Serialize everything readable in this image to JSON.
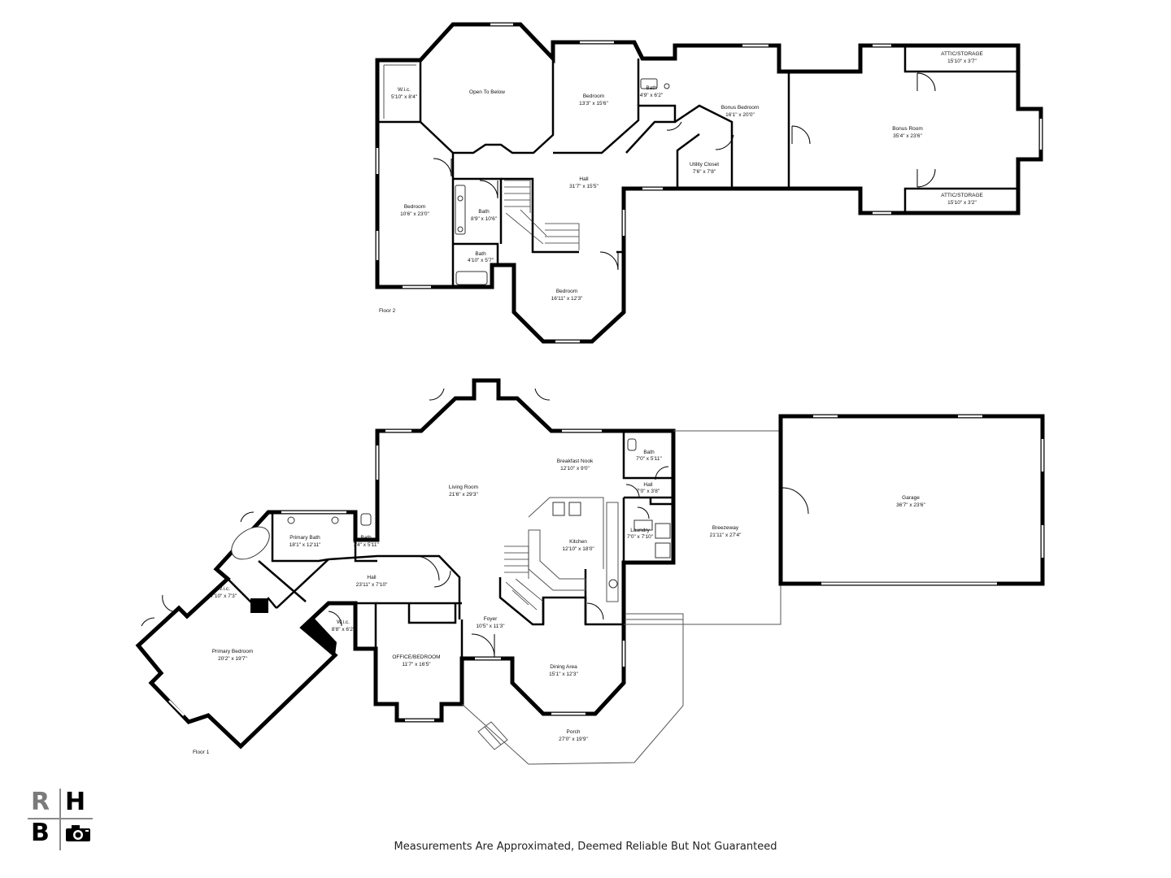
{
  "floors": [
    {
      "label": "Floor 2",
      "rooms": [
        {
          "name": "W.i.c.",
          "dims": "5'10\" x 8'4\""
        },
        {
          "name": "Open To Below",
          "dims": ""
        },
        {
          "name": "Bedroom",
          "dims": "13'3\" x 15'6\""
        },
        {
          "name": "Bath",
          "dims": "4'9\" x 6'2\""
        },
        {
          "name": "Bonus Bedroom",
          "dims": "16'1\" x 20'0\""
        },
        {
          "name": "Utility Closet",
          "dims": "7'6\" x 7'8\""
        },
        {
          "name": "ATTIC/STORAGE",
          "dims": "15'10\" x 3'7\""
        },
        {
          "name": "Bonus Room",
          "dims": "35'4\" x 23'6\""
        },
        {
          "name": "ATTIC/STORAGE",
          "dims": "15'10\" x 3'2\""
        },
        {
          "name": "Hall",
          "dims": "31'7\" x 15'5\""
        },
        {
          "name": "Bedroom",
          "dims": "10'6\" x 23'0\""
        },
        {
          "name": "Bath",
          "dims": "8'9\" x 10'6\""
        },
        {
          "name": "Bath",
          "dims": "4'10\" x 5'7\""
        },
        {
          "name": "Bedroom",
          "dims": "16'11\" x 12'3\""
        }
      ]
    },
    {
      "label": "Floor 1",
      "rooms": [
        {
          "name": "Living Room",
          "dims": "21'6\" x 29'3\""
        },
        {
          "name": "Breakfast Nook",
          "dims": "12'10\" x 9'0\""
        },
        {
          "name": "Bath",
          "dims": "7'0\" x 5'11\""
        },
        {
          "name": "Hall",
          "dims": "7'0\" x 3'8\""
        },
        {
          "name": "Laundry",
          "dims": "7'0\" x 7'10\""
        },
        {
          "name": "Kitchen",
          "dims": "12'10\" x 18'0\""
        },
        {
          "name": "Breezeway",
          "dims": "21'11\" x 27'4\""
        },
        {
          "name": "Garage",
          "dims": "36'7\" x 23'6\""
        },
        {
          "name": "Primary Bath",
          "dims": "18'1\" x 12'11\""
        },
        {
          "name": "Bath",
          "dims": "7'4\" x 5'11\""
        },
        {
          "name": "Hall",
          "dims": "23'11\" x 7'10\""
        },
        {
          "name": "W.i.c.",
          "dims": "7'10\" x 7'3\""
        },
        {
          "name": "W.i.c.",
          "dims": "8'8\" x 6'2\""
        },
        {
          "name": "Foyer",
          "dims": "10'5\" x 11'3\""
        },
        {
          "name": "Primary Bedroom",
          "dims": "20'2\" x 19'7\""
        },
        {
          "name": "OFFICE/BEDROOM",
          "dims": "11'7\" x 16'5\""
        },
        {
          "name": "Dining Area",
          "dims": "15'1\" x 12'3\""
        },
        {
          "name": "Porch",
          "dims": "27'0\" x 19'9\""
        }
      ]
    }
  ],
  "logo": {
    "letters": [
      "R",
      "H",
      "B"
    ],
    "camera_icon": "camera-icon"
  },
  "disclaimer": "Measurements Are Approximated, Deemed Reliable But Not Guaranteed"
}
